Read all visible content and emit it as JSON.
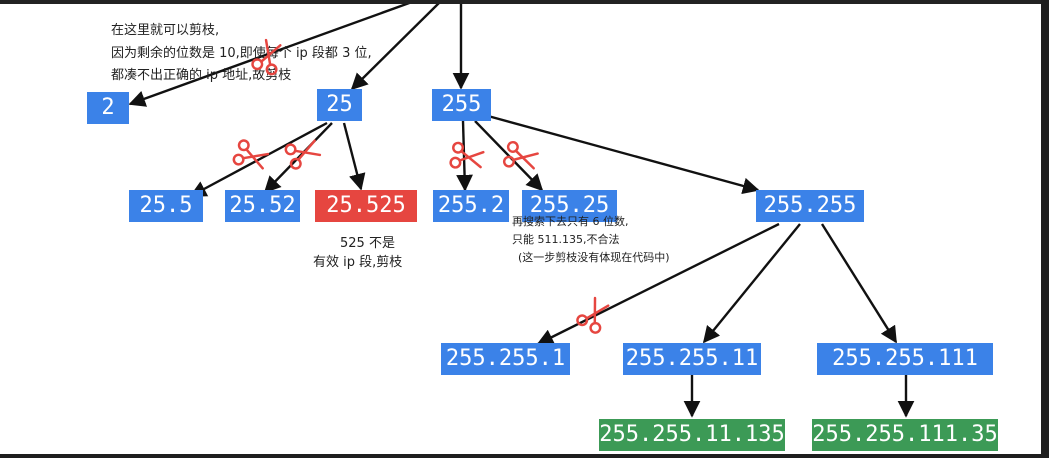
{
  "nodes": {
    "n_2": "2",
    "n_25": "25",
    "n_255": "255",
    "n_25_5": "25.5",
    "n_25_52": "25.52",
    "n_25_525": "25.525",
    "n_255_2": "255.2",
    "n_255_25": "255.25",
    "n_255_255": "255.255",
    "n_255_255_1": "255.255.1",
    "n_255_255_11": "255.255.11",
    "n_255_255_111": "255.255.111",
    "n_255_255_11_135": "255.255.11.135",
    "n_255_255_111_35": "255.255.111.35"
  },
  "notes": {
    "prune_2_line1": "在这里就可以剪枝,",
    "prune_2_line2": "因为剩余的位数是 10,即使每个 ip 段都 3 位,",
    "prune_2_line3": "都凑不出正确的 ip 地址,故剪枝",
    "prune_525_line1": "525 不是",
    "prune_525_line2": "有效 ip 段,剪枝",
    "prune_255_25_line1": "再搜索下去只有 6 位数,",
    "prune_255_25_line2": "只能 511.135,不合法",
    "prune_255_25_line3": "(这一步剪枝没有体现在代码中)"
  },
  "colors": {
    "node_valid": "#3b82e8",
    "node_invalid": "#e64640",
    "node_result": "#3c9a56",
    "scissors": "#e64640"
  },
  "icons": {
    "prune_marker": "scissors-icon"
  }
}
